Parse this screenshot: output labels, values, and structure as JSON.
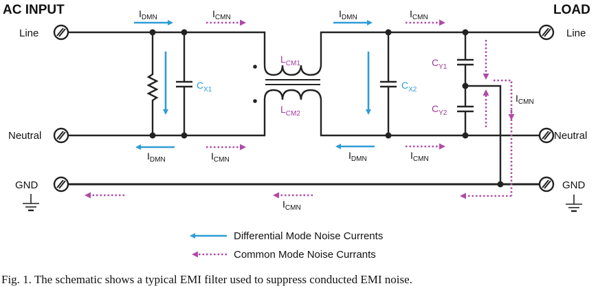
{
  "figure": {
    "left_header": "AC INPUT",
    "right_header": "LOAD",
    "terminals": {
      "left": [
        "Line",
        "Neutral",
        "GND"
      ],
      "right": [
        "Line",
        "Neutral",
        "GND"
      ]
    },
    "components": {
      "cx1": {
        "main": "C",
        "sub": "X1"
      },
      "cx2": {
        "main": "C",
        "sub": "X2"
      },
      "lcm1": {
        "main": "L",
        "sub": "CM1"
      },
      "lcm2": {
        "main": "L",
        "sub": "CM2"
      },
      "cy1": {
        "main": "C",
        "sub": "Y1"
      },
      "cy2": {
        "main": "C",
        "sub": "Y2"
      }
    },
    "current_labels": {
      "dmn": {
        "main": "I",
        "sub": "DMN"
      },
      "cmn": {
        "main": "I",
        "sub": "CMN"
      }
    },
    "colors": {
      "differential": "#2f9bd6",
      "common": "#b04aa8",
      "wire": "#222222"
    },
    "legend": {
      "differential": "Differential Mode Noise Currents",
      "common": "Common Mode Noise Currants"
    },
    "caption": "Fig. 1. The schematic shows a typical EMI filter used to suppress conducted EMI noise."
  }
}
